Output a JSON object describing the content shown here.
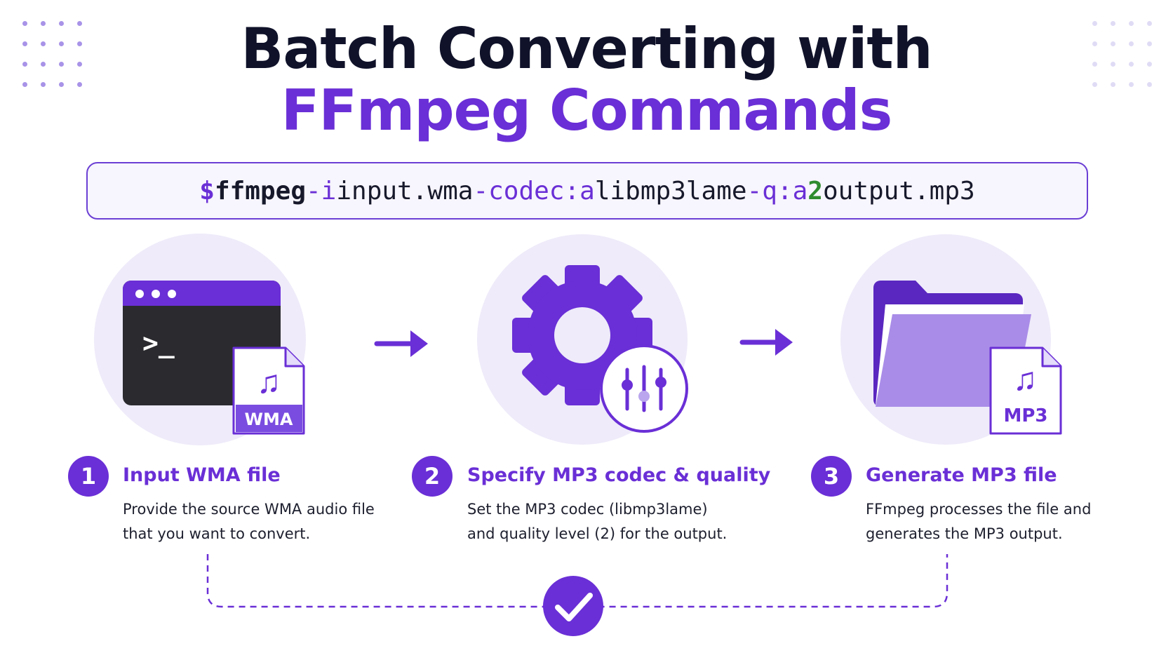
{
  "title": {
    "line1": "Batch Converting with",
    "line2": "FFmpeg Commands"
  },
  "command": {
    "prompt": "$",
    "program": "ffmpeg",
    "flag_input": "-i",
    "input_file": "input.wma",
    "flag_codec": "-codec:a",
    "codec": "libmp3lame",
    "flag_quality": "-q:a",
    "quality": "2",
    "output_file": "output.mp3"
  },
  "steps": [
    {
      "number": "1",
      "title": "Input WMA file",
      "desc_line1": "Provide the source WMA audio file",
      "desc_line2": "that you want to convert.",
      "file_label": "WMA",
      "terminal_prompt": ">_"
    },
    {
      "number": "2",
      "title": "Specify MP3 codec & quality",
      "desc_line1": "Set the MP3 codec (libmp3lame)",
      "desc_line2": "and quality level (2) for the output."
    },
    {
      "number": "3",
      "title": "Generate MP3 file",
      "desc_line1": "FFmpeg processes the file and",
      "desc_line2": "generates the MP3 output.",
      "file_label": "MP3"
    }
  ],
  "icons": {
    "step1": "terminal-icon",
    "step1_file": "wma-file-icon",
    "step2": "gear-icon",
    "step2_overlay": "sliders-icon",
    "step3": "folder-icon",
    "step3_file": "mp3-file-icon",
    "arrow": "arrow-right-icon",
    "done": "checkmark-icon"
  },
  "colors": {
    "accent": "#6a2fd6",
    "title_dark": "#0f1229",
    "circle_bg": "#efebfa",
    "terminal_bg": "#2b2b2f",
    "number_green": "#2e8b2e"
  }
}
